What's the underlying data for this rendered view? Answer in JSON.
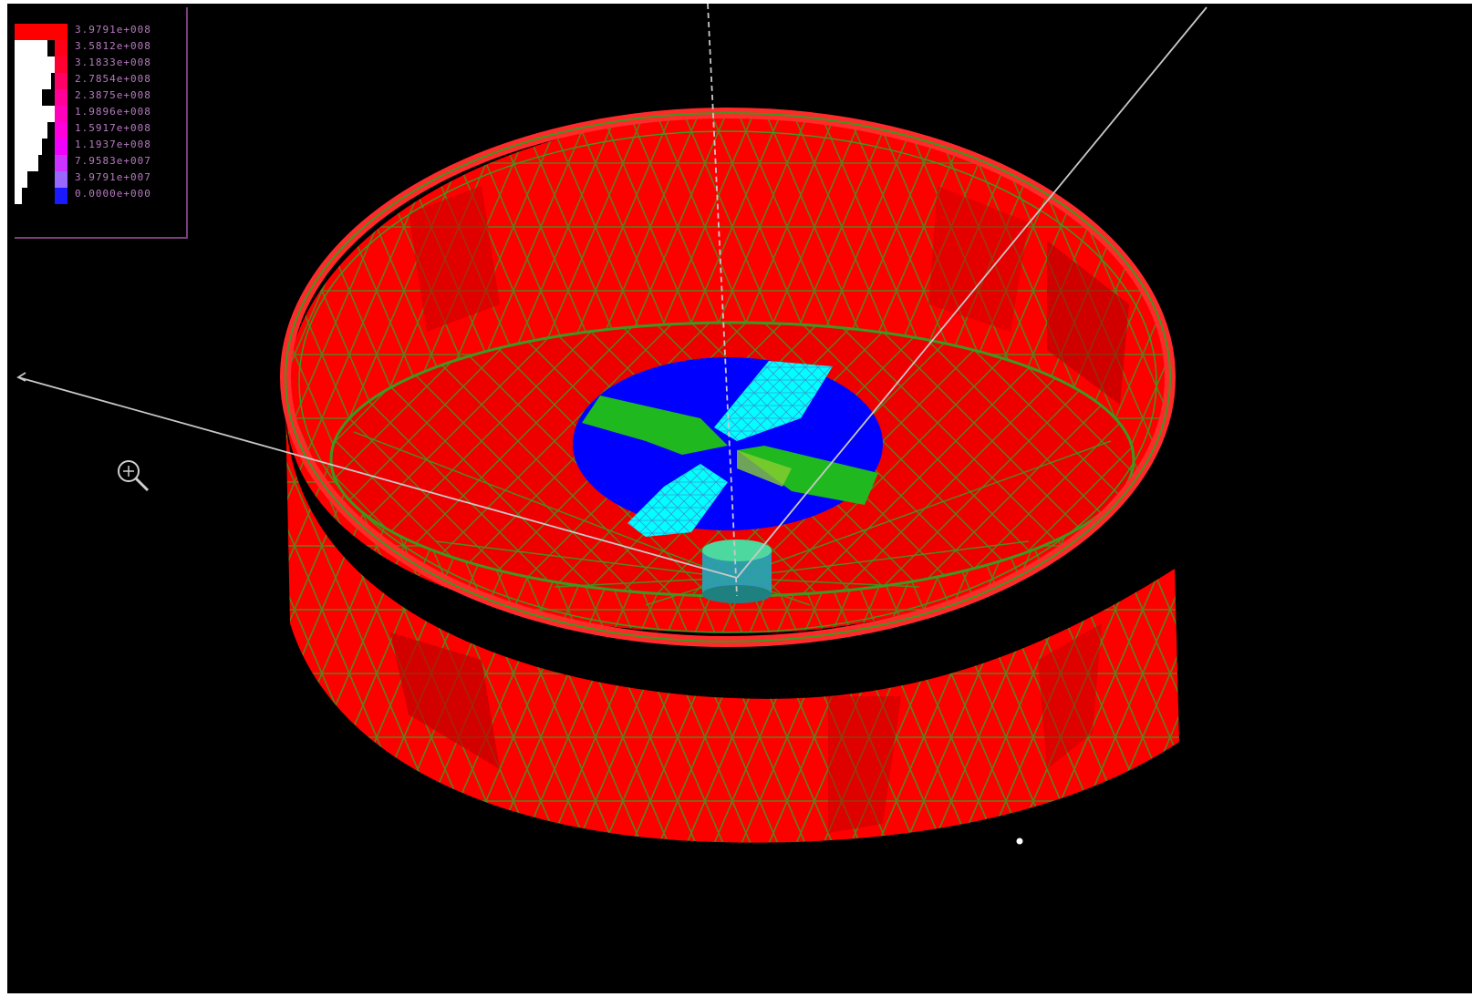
{
  "legend": {
    "title": "",
    "entries": [
      {
        "label": "3.9791e+008",
        "color": "#ff0000"
      },
      {
        "label": "3.5812e+008",
        "color": "#ff0019"
      },
      {
        "label": "3.1833e+008",
        "color": "#ff0033"
      },
      {
        "label": "2.7854e+008",
        "color": "#ff0066"
      },
      {
        "label": "2.3875e+008",
        "color": "#ff0099"
      },
      {
        "label": "1.9896e+008",
        "color": "#ff00bb"
      },
      {
        "label": "1.5917e+008",
        "color": "#ff00dd"
      },
      {
        "label": "1.1937e+008",
        "color": "#f000ff"
      },
      {
        "label": "7.9583e+007",
        "color": "#cc33ff"
      },
      {
        "label": "3.9791e+007",
        "color": "#9966ff"
      },
      {
        "label": "0.0000e+000",
        "color": "#1a1aff"
      }
    ]
  },
  "model": {
    "outer_wall_color": "#ff0000",
    "wall_shade_color": "#cc0000",
    "mesh_edge_color": "#3a9a20",
    "disc_color": "#0000ff",
    "disc_band_colors": [
      "#00ffff",
      "#1fb81f"
    ],
    "hub_color": "#4dd8a0"
  },
  "cursor": {
    "icon": "zoom-magnifier-icon"
  }
}
